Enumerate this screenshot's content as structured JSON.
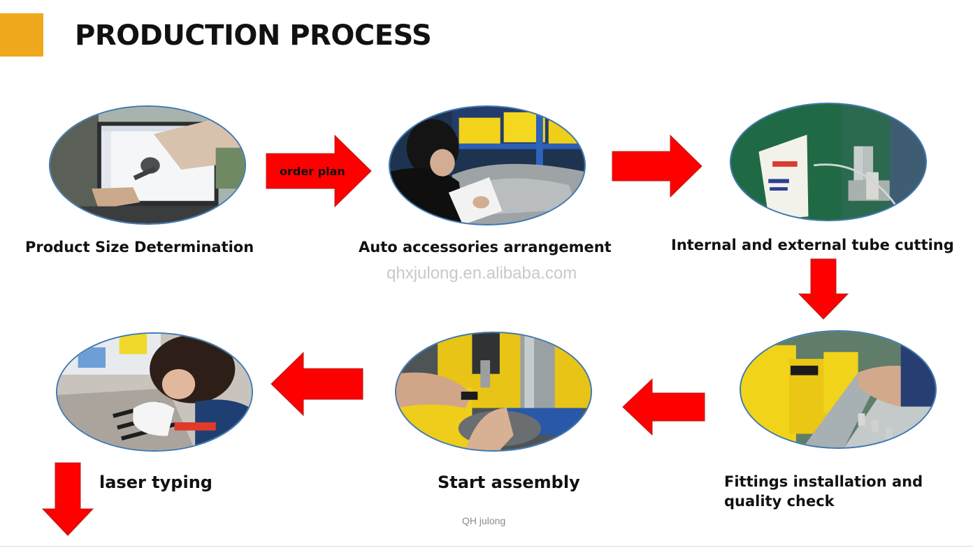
{
  "header": {
    "title": "PRODUCTION PROCESS",
    "accent_color": "#f0a81c"
  },
  "steps": [
    {
      "label": "Product Size Determination",
      "image": "engineer-measuring-on-monitor-photo"
    },
    {
      "label": "Auto accessories arrangement",
      "image": "worker-with-checklist-at-shelves-photo"
    },
    {
      "label": "Internal and external tube cutting",
      "image": "tube-cutting-machine-photo"
    },
    {
      "label": "Fittings installation and quality check",
      "label_lines": [
        "Fittings installation and",
        "quality check"
      ],
      "image": "assembly-line-fittings-photo"
    },
    {
      "label": "Start assembly",
      "image": "press-assembly-photo"
    },
    {
      "label": "laser typing",
      "image": "laser-marking-worker-photo"
    }
  ],
  "arrows": {
    "order_label": "order plan",
    "color": "#ff0000"
  },
  "watermark": "qhxjulong.en.alibaba.com",
  "footer": "QH julong"
}
